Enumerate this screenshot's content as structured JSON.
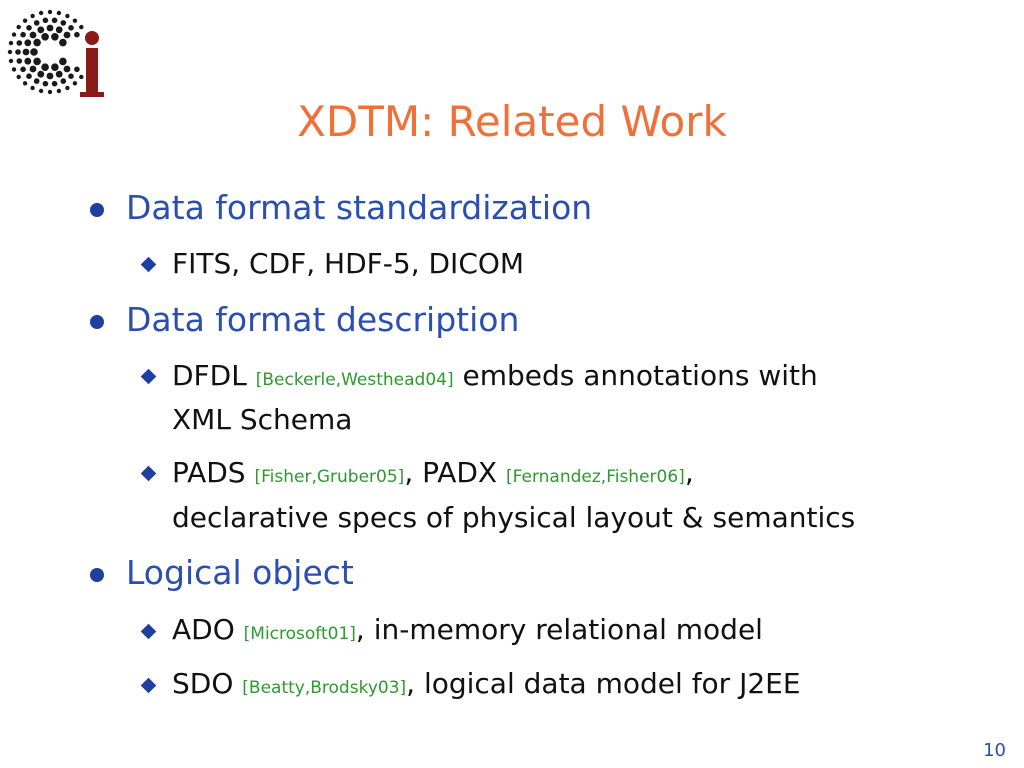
{
  "slide": {
    "title": "XDTM: Related Work",
    "page_number": "10",
    "logo": {
      "letter": "i",
      "name": "ci-logo"
    },
    "sections": [
      {
        "heading": "Data format standardization",
        "items": [
          {
            "text": "FITS, CDF, HDF-5, DICOM"
          }
        ]
      },
      {
        "heading": "Data format description",
        "items": [
          {
            "pre": "DFDL ",
            "cite": "[Beckerle,Westhead04]",
            "post": " embeds annotations with",
            "line2": "XML Schema"
          },
          {
            "pre": "PADS ",
            "cite": "[Fisher,Gruber05]",
            "mid": ", PADX ",
            "cite2": "[Fernandez,Fisher06]",
            "post": ",",
            "line2": "declarative specs of physical layout & semantics"
          }
        ]
      },
      {
        "heading": "Logical object",
        "items": [
          {
            "pre": "ADO ",
            "cite": "[Microsoft01]",
            "post": ", in-memory relational model"
          },
          {
            "pre": "SDO ",
            "cite": "[Beatty,Brodsky03]",
            "post": ", logical data model for J2EE"
          }
        ]
      }
    ],
    "colors": {
      "title": "#f0703a",
      "heading": "#2a4fb0",
      "body": "#111111",
      "citation": "#2e9a2e",
      "logo_dots": "#1a1a1a",
      "logo_letter": "#8b1a1a"
    }
  }
}
